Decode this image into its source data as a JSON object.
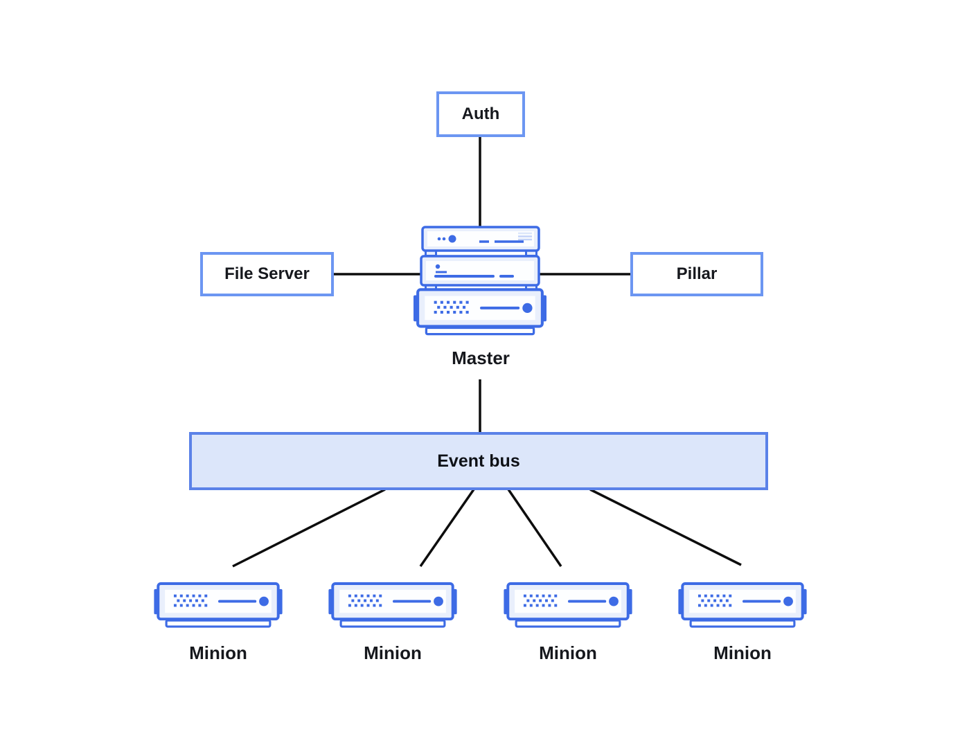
{
  "diagram": {
    "type": "architecture-diagram",
    "nodes": {
      "auth": {
        "label": "Auth"
      },
      "file_server": {
        "label": "File Server"
      },
      "pillar": {
        "label": "Pillar"
      },
      "master": {
        "label": "Master"
      },
      "event_bus": {
        "label": "Event bus"
      },
      "minions": [
        {
          "label": "Minion"
        },
        {
          "label": "Minion"
        },
        {
          "label": "Minion"
        },
        {
          "label": "Minion"
        }
      ]
    },
    "edges": [
      {
        "from": "auth",
        "to": "master"
      },
      {
        "from": "file_server",
        "to": "master"
      },
      {
        "from": "master",
        "to": "pillar"
      },
      {
        "from": "master",
        "to": "event_bus"
      },
      {
        "from": "event_bus",
        "to": "minion-1"
      },
      {
        "from": "event_bus",
        "to": "minion-2"
      },
      {
        "from": "event_bus",
        "to": "minion-3"
      },
      {
        "from": "event_bus",
        "to": "minion-4"
      }
    ],
    "icons": {
      "master": "server-stack-icon",
      "minion": "server-rack-icon"
    },
    "colors": {
      "icon_blue": "#3D6BE5",
      "box_border_blue": "#6C96F2",
      "event_bus_border": "#5B82E8",
      "event_bus_fill": "#DCE6FA",
      "icon_light_fill": "#E9EFFC",
      "vent_line_light": "#C3D3F8",
      "edge_line": "#0D0D0D",
      "text": "#16181D",
      "background": "#FFFFFF"
    }
  }
}
